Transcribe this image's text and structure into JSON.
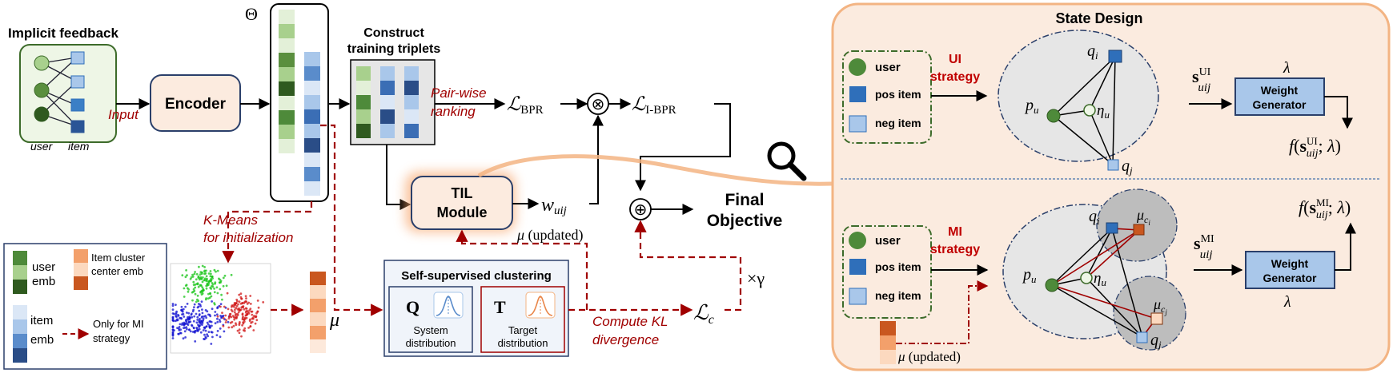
{
  "implicit_feedback": {
    "title": "Implicit feedback",
    "user": "user",
    "item": "item"
  },
  "flow": {
    "input": "Input",
    "encoder": "Encoder",
    "theta": "Θ",
    "construct_line1": "Construct",
    "construct_line2": "training triplets",
    "pairwise_line1": "Pair-wise",
    "pairwise_line2": "ranking",
    "til_line1": "TIL",
    "til_line2": "Module",
    "final_line1": "Final",
    "final_line2": "Objective",
    "kmeans_line1": "K-Means",
    "kmeans_line2": "for initialization",
    "compute_kl_line1": "Compute KL",
    "compute_kl_line2": "divergence",
    "mu_updated": "(updated)",
    "times_gamma": "×γ"
  },
  "legend": {
    "user_emb_1": "user",
    "user_emb_2": "emb",
    "item_emb_1": "item",
    "item_emb_2": "emb",
    "cluster_1": "Item cluster",
    "cluster_2": "center emb",
    "mi_only_1": "Only for MI",
    "mi_only_2": "strategy"
  },
  "ssc": {
    "title": "Self-supervised clustering",
    "q": "Q",
    "t": "T",
    "system_1": "System",
    "system_2": "distribution",
    "target_1": "Target",
    "target_2": "distribution"
  },
  "state_design": {
    "title": "State Design",
    "ui_strategy_1": "UI",
    "ui_strategy_2": "strategy",
    "mi_strategy_1": "MI",
    "mi_strategy_2": "strategy",
    "user": "user",
    "pos_item": "pos item",
    "neg_item": "neg item",
    "weight_1": "Weight",
    "weight_2": "Generator",
    "lambda": "λ",
    "mu_updated": "(updated)"
  },
  "colors": {
    "dark_red": "#a00000",
    "green": "#4e8a3a",
    "blue": "#2f6fba",
    "light_blue": "#a9c7ea",
    "orange": "#f3a06b",
    "panel_bg": "#fbebdf"
  }
}
